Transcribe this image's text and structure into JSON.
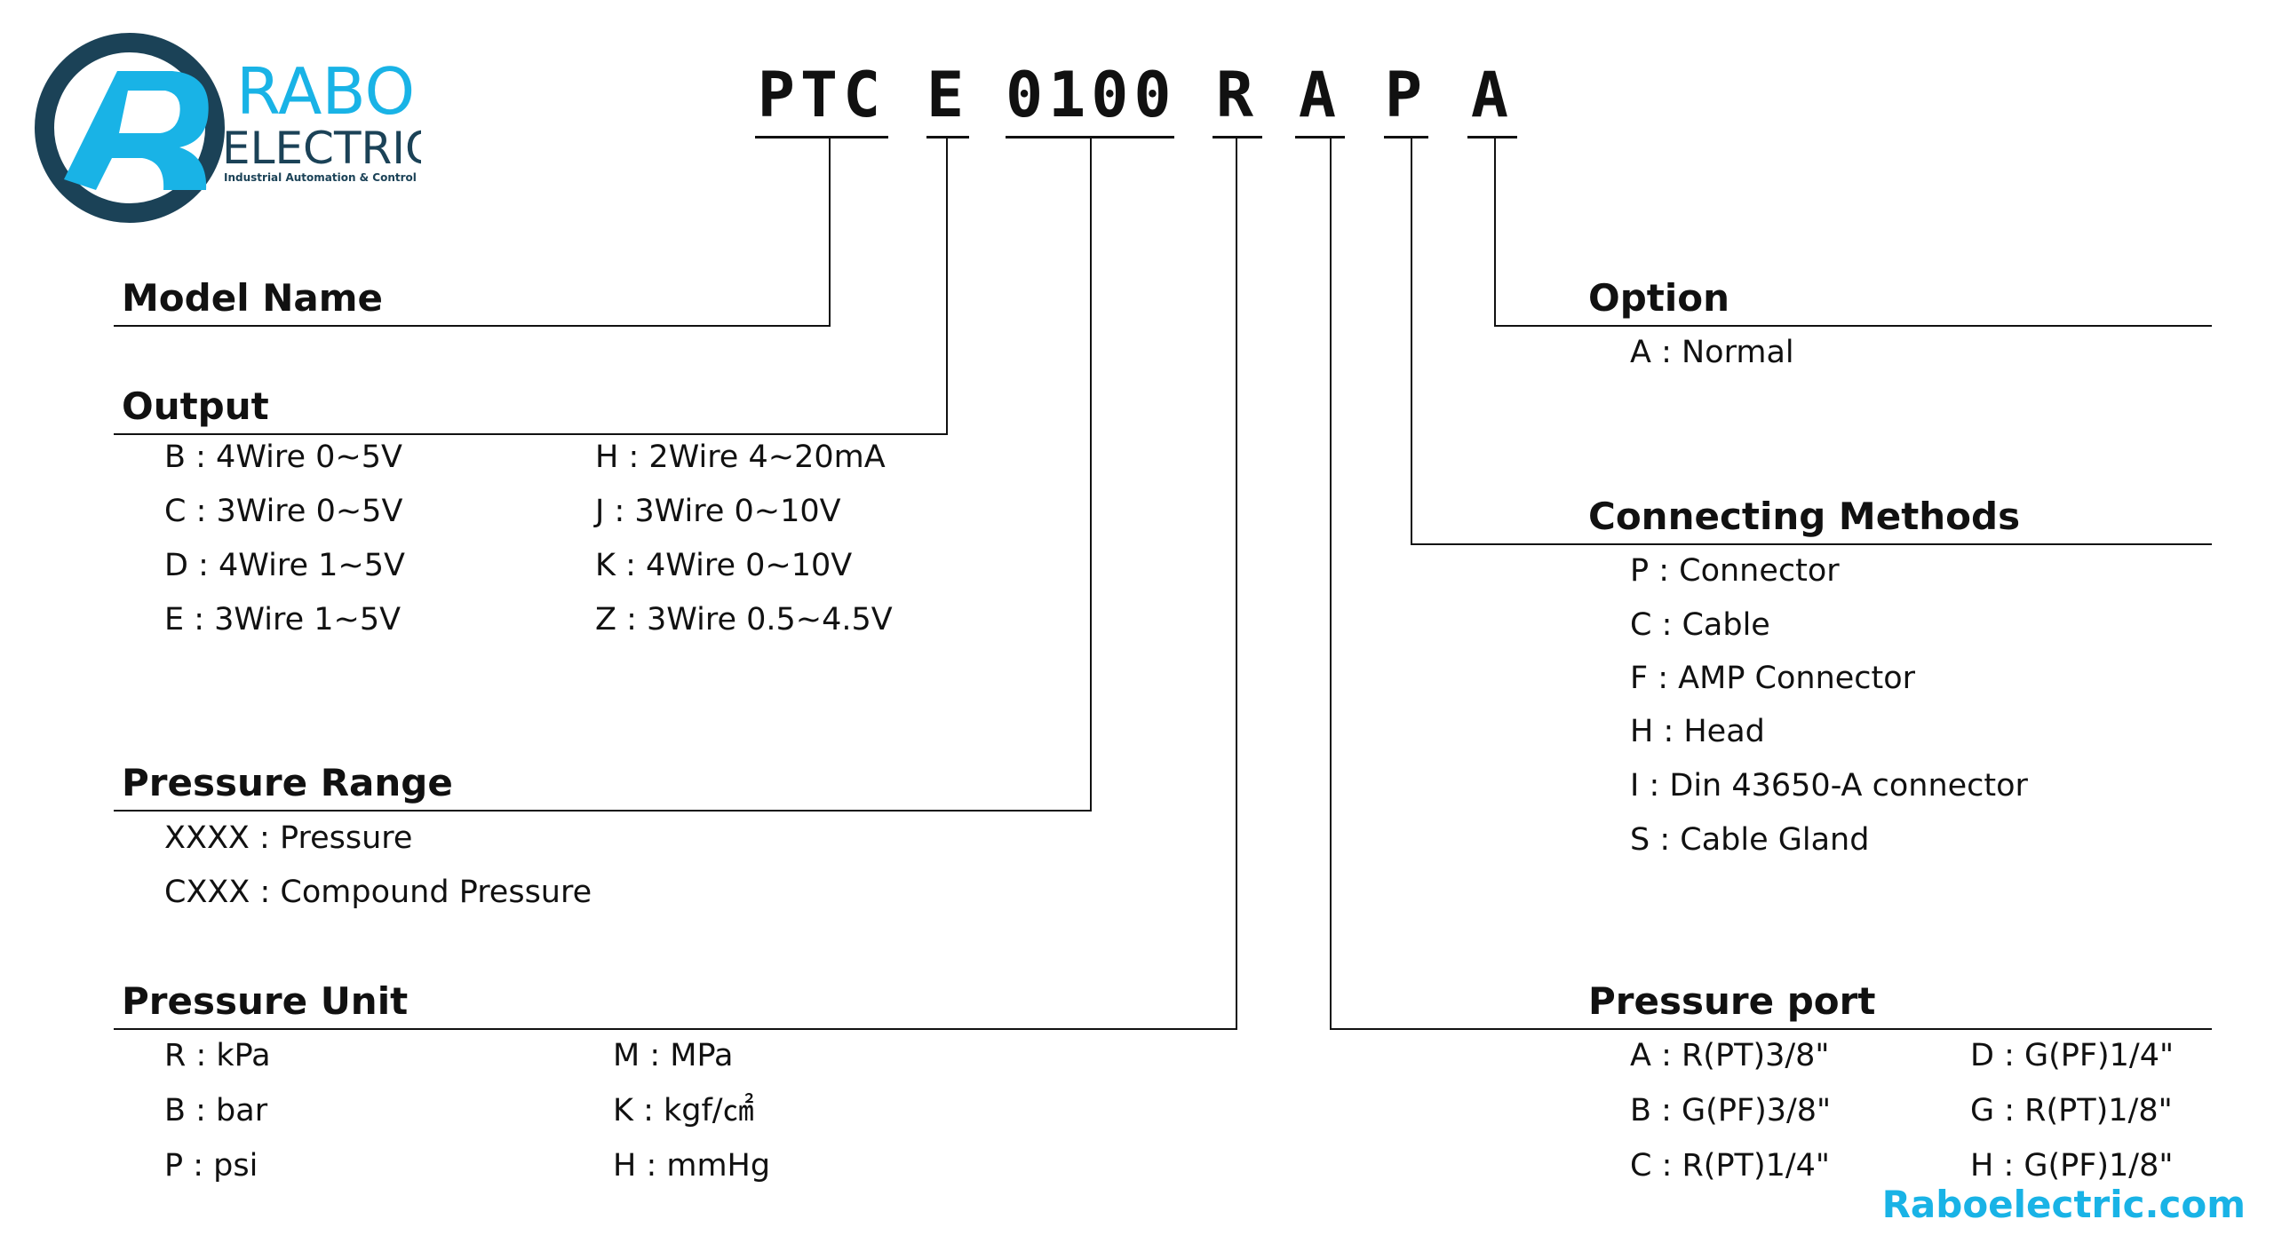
{
  "logo": {
    "name": "RABO",
    "sub": "ELECTRIC",
    "tagline": "Industrial Automation & Control"
  },
  "model_code": [
    "PTC",
    "E",
    "0100",
    "R",
    "A",
    "P",
    "A"
  ],
  "sections": {
    "model_name": {
      "title": "Model  Name"
    },
    "output": {
      "title": "Output",
      "items": [
        "B : 4Wire  0~5V",
        "C : 3Wire  0~5V",
        "D : 4Wire  1~5V",
        "E : 3Wire  1~5V",
        "H : 2Wire  4~20mA",
        "J : 3Wire  0~10V",
        "K : 4Wire  0~10V",
        "Z : 3Wire  0.5~4.5V"
      ]
    },
    "pressure_range": {
      "title": "Pressure  Range",
      "items": [
        "XXXX : Pressure",
        "CXXX : Compound  Pressure"
      ]
    },
    "pressure_unit": {
      "title": "Pressure  Unit",
      "items": [
        "R : kPa",
        "B : bar",
        "P : psi",
        "M : MPa",
        "K : kgf/㎠",
        "H : mmHg"
      ]
    },
    "option": {
      "title": "Option",
      "items": [
        "A : Normal"
      ]
    },
    "connecting_methods": {
      "title": "Connecting  Methods",
      "items": [
        "P : Connector",
        "C : Cable",
        "F : AMP  Connector",
        "H : Head",
        "I   : Din  43650-A  connector",
        "S   : Cable  Gland"
      ]
    },
    "pressure_port": {
      "title": "Pressure  port",
      "items": [
        "A : R(PT)3/8\"",
        "B : G(PF)3/8\"",
        "C : R(PT)1/4\"",
        "D : G(PF)1/4\"",
        "G : R(PT)1/8\"",
        "H : G(PF)1/8\""
      ]
    }
  },
  "website": "Raboelectric.com",
  "colors": {
    "brand_dark": "#1b4257",
    "brand_light": "#19b3e6",
    "text": "#111111",
    "line": "#111111"
  }
}
